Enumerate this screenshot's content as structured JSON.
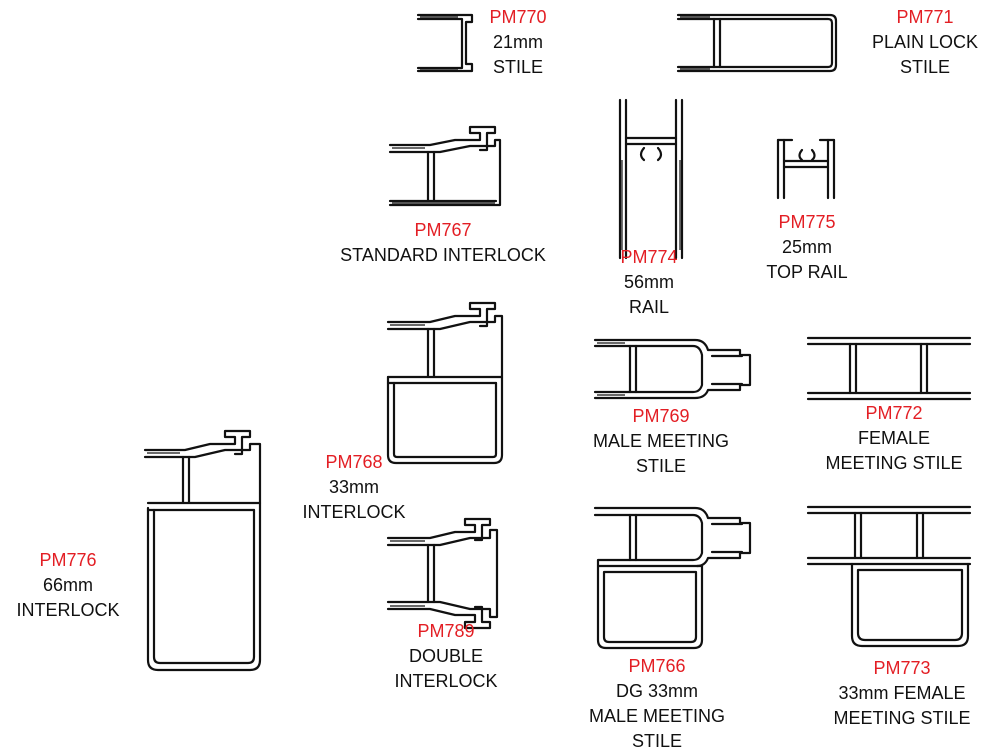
{
  "colors": {
    "code": "#e31e24",
    "text": "#111111",
    "stroke": "#111111",
    "background": "#ffffff"
  },
  "profiles": [
    {
      "id": "pm770",
      "code": "PM770",
      "lines": [
        "21mm",
        "STILE"
      ]
    },
    {
      "id": "pm771",
      "code": "PM771",
      "lines": [
        "PLAIN LOCK",
        "STILE"
      ]
    },
    {
      "id": "pm767",
      "code": "PM767",
      "lines": [
        "STANDARD INTERLOCK"
      ]
    },
    {
      "id": "pm774",
      "code": "PM774",
      "lines": [
        "56mm",
        "RAIL"
      ]
    },
    {
      "id": "pm775",
      "code": "PM775",
      "lines": [
        "25mm",
        "TOP RAIL"
      ]
    },
    {
      "id": "pm768",
      "code": "PM768",
      "lines": [
        "33mm",
        "INTERLOCK"
      ]
    },
    {
      "id": "pm769",
      "code": "PM769",
      "lines": [
        "MALE MEETING",
        "STILE"
      ]
    },
    {
      "id": "pm772",
      "code": "PM772",
      "lines": [
        "FEMALE",
        "MEETING STILE"
      ]
    },
    {
      "id": "pm776",
      "code": "PM776",
      "lines": [
        "66mm",
        "INTERLOCK"
      ]
    },
    {
      "id": "pm789",
      "code": "PM789",
      "lines": [
        "DOUBLE",
        "INTERLOCK"
      ]
    },
    {
      "id": "pm766",
      "code": "PM766",
      "lines": [
        "DG 33mm",
        "MALE MEETING",
        "STILE"
      ]
    },
    {
      "id": "pm773",
      "code": "PM773",
      "lines": [
        "33mm FEMALE",
        "MEETING STILE"
      ]
    }
  ]
}
